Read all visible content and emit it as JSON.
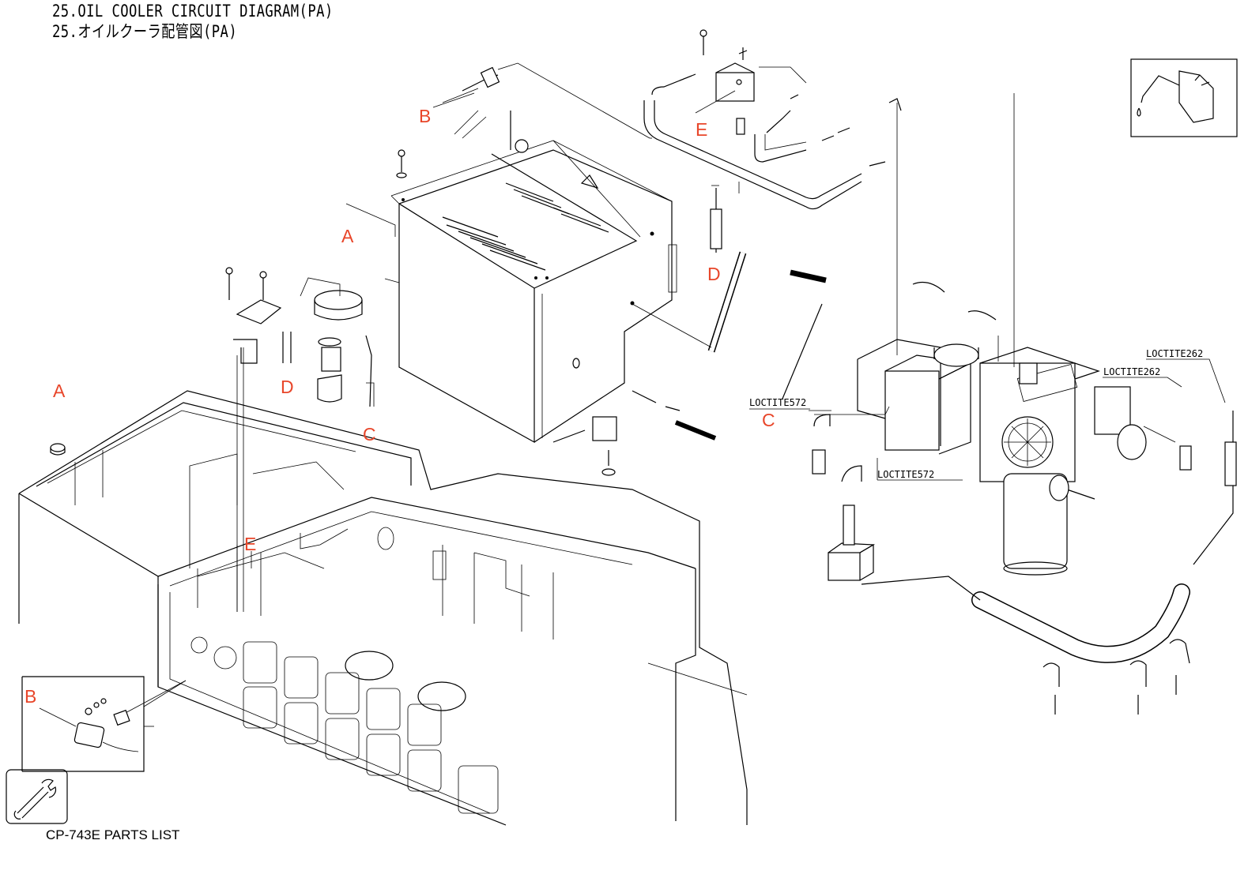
{
  "header": {
    "title_en": "25.OIL COOLER CIRCUIT DIAGRAM(PA)",
    "title_jp": "25.オイルクーラ配管図(PA)"
  },
  "footer": {
    "text": "CP-743E PARTS LIST"
  },
  "callouts": {
    "a_left": "A",
    "a_unit": "A",
    "b_top": "B",
    "b_inset": "B",
    "c_filter": "C",
    "c_pump": "C",
    "d_filter": "D",
    "d_top": "D",
    "e_top": "E",
    "e_base": "E"
  },
  "notes": {
    "loctite572_a": "LOCTITE572",
    "loctite572_b": "LOCTITE572",
    "loctite262_a": "LOCTITE262",
    "loctite262_b": "LOCTITE262"
  },
  "icons": {
    "oil_can": "oil-can-icon",
    "wrench": "wrench-icon"
  },
  "colors": {
    "callout": "#e8462a",
    "line": "#000000"
  }
}
